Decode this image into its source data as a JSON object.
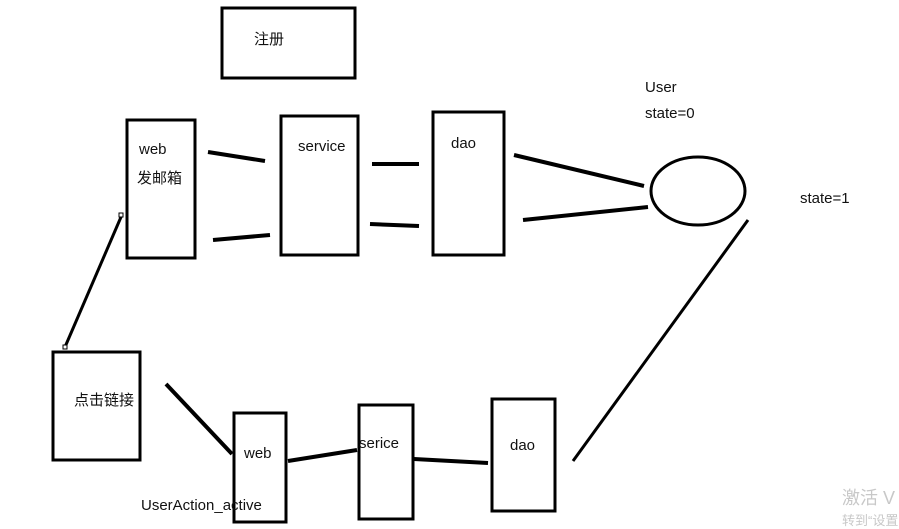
{
  "diagram": {
    "register_box": {
      "label": "注册"
    },
    "top_flow": {
      "web_box": {
        "line1": "web",
        "line2": "发邮箱"
      },
      "service_box": {
        "label": "service"
      },
      "dao_box": {
        "label": "dao"
      }
    },
    "user_entity": {
      "name": "User",
      "state_before": "state=0",
      "state_after": "state=1"
    },
    "click_link_box": {
      "label": "点击链接"
    },
    "bottom_flow": {
      "web_box": {
        "label": "web",
        "caption": "UserAction_active"
      },
      "service_box": {
        "label": "serice"
      },
      "dao_box": {
        "label": "dao"
      }
    }
  },
  "watermark": {
    "line1": "激活 V",
    "line2": "转到“设置"
  }
}
